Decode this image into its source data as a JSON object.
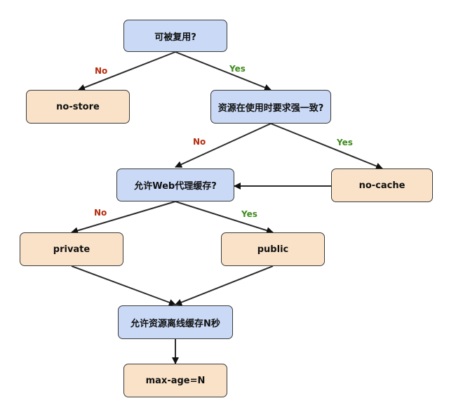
{
  "colors": {
    "decision_fill": "#c9d9f6",
    "outcome_fill": "#f9e2c8",
    "no_label": "#b52c0f",
    "yes_label": "#3f8a1d",
    "stroke": "#3a3a3a"
  },
  "nodes": {
    "reusable": "可被复用?",
    "no_store": "no-store",
    "revalidate": "资源在使用时要求强一致?",
    "proxy_cache": "允许Web代理缓存?",
    "no_cache": "no-cache",
    "private": "private",
    "public": "public",
    "offline_cache": "允许资源离线缓存N秒",
    "max_age": "max-age=N"
  },
  "edge_labels": {
    "reusable_no": "No",
    "reusable_yes": "Yes",
    "revalidate_no": "No",
    "revalidate_yes": "Yes",
    "proxy_no": "No",
    "proxy_yes": "Yes"
  }
}
